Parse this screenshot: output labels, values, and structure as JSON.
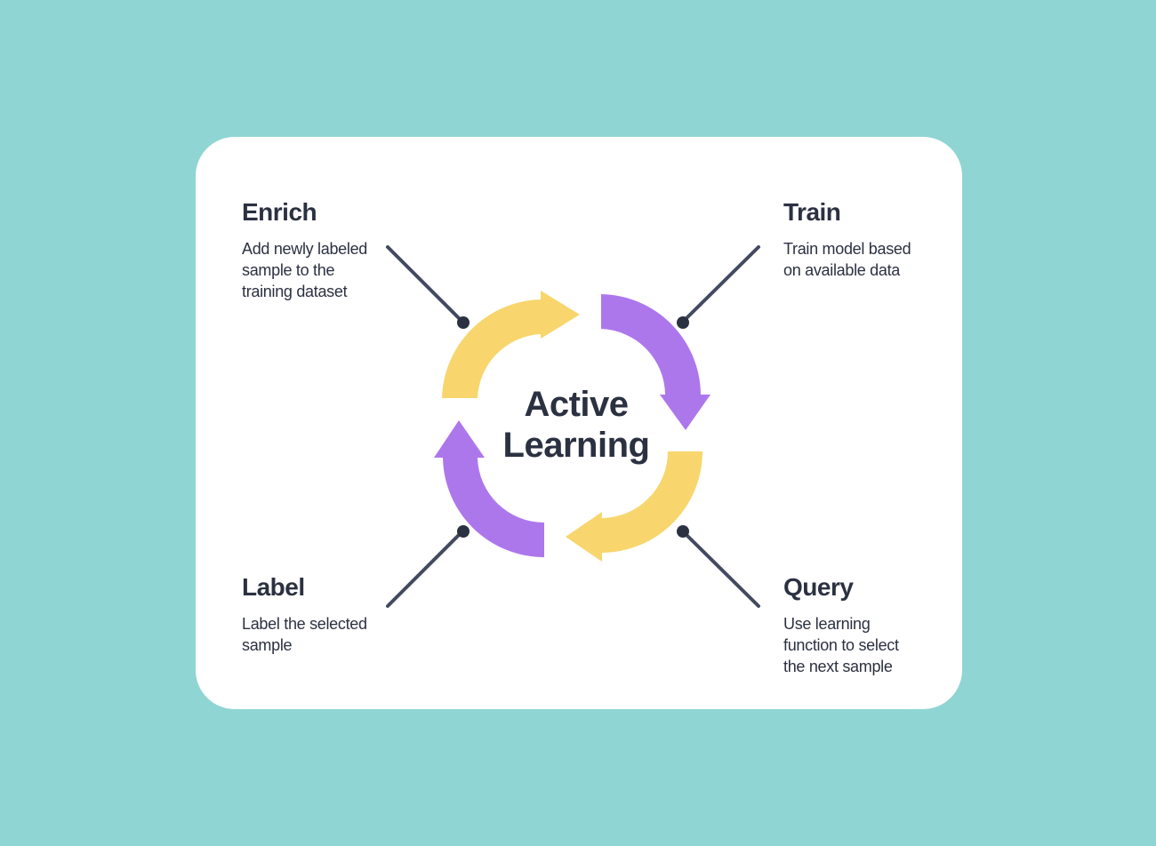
{
  "center": {
    "line1": "Active",
    "line2": "Learning"
  },
  "steps": {
    "enrich": {
      "title": "Enrich",
      "description": "Add newly labeled sample to the training dataset",
      "lines": [
        "Add newly labeled",
        "sample to the",
        "training dataset"
      ]
    },
    "train": {
      "title": "Train",
      "description": "Train model based on available data",
      "lines": [
        "Train model based",
        "on available data"
      ]
    },
    "label": {
      "title": "Label",
      "description": "Label the selected sample",
      "lines": [
        "Label the selected",
        "sample"
      ]
    },
    "query": {
      "title": "Query",
      "description": "Use learning function to select the next sample",
      "lines": [
        "Use learning",
        "function to select",
        "the next sample"
      ]
    }
  },
  "colors": {
    "background": "#8fd5d3",
    "card": "#ffffff",
    "yellow_arrow": "#f8d66d",
    "purple_arrow": "#ad77ec",
    "connector": "#434a60",
    "text": "#2b3141"
  }
}
